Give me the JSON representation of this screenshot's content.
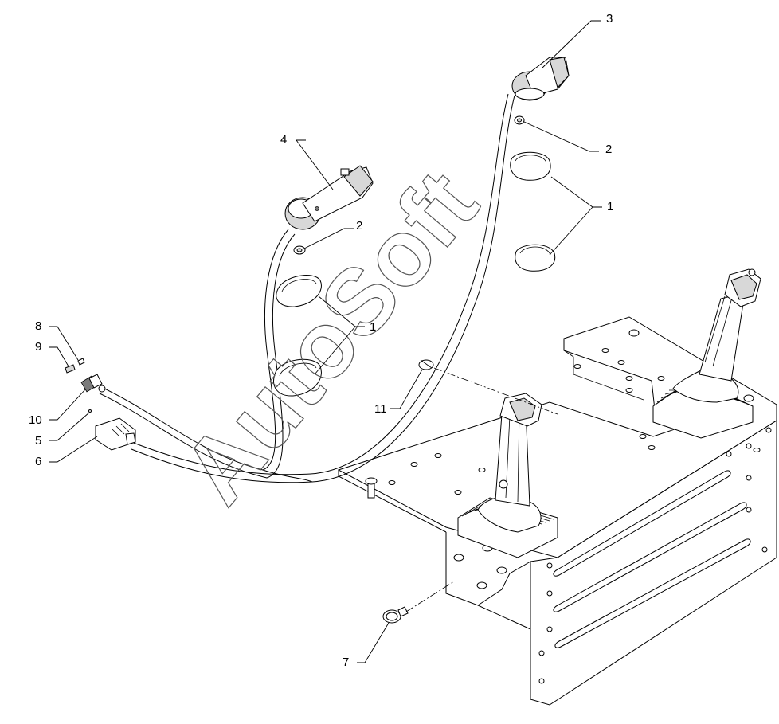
{
  "watermark": "AutoSoft",
  "callouts": {
    "c1a": "1",
    "c1b": "1",
    "c2a": "2",
    "c2b": "2",
    "c3": "3",
    "c4": "4",
    "c5": "5",
    "c6": "6",
    "c7": "7",
    "c8": "8",
    "c9": "9",
    "c10": "10",
    "c11": "11"
  }
}
